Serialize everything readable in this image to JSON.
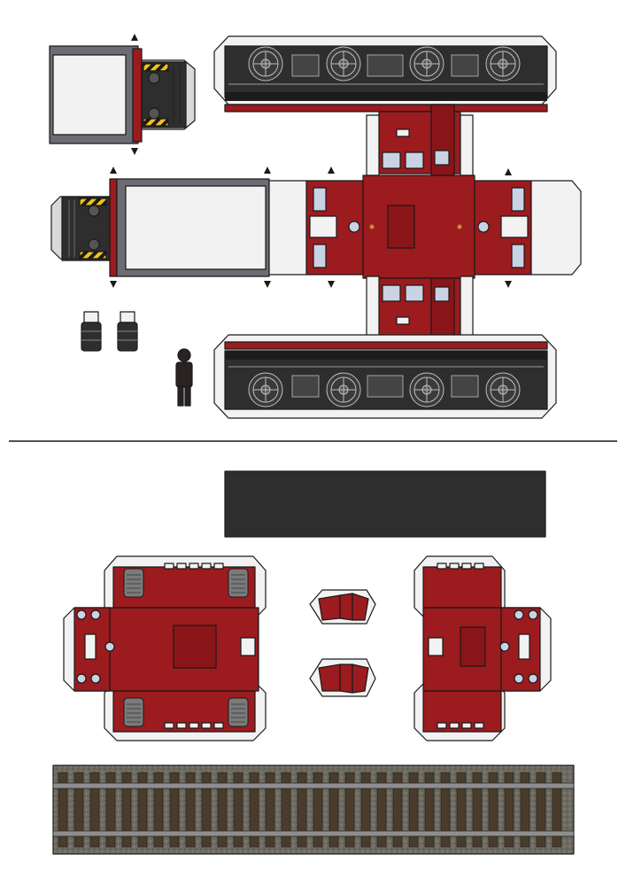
{
  "sheet": {
    "title": "",
    "text": []
  },
  "palette": {
    "body_red": "#9b1b1e",
    "dark_red": "#6e0f12",
    "cab_white": "#f2f2f2",
    "window_blue": "#c9d3e4",
    "chassis_dark": "#2e2e2e",
    "frame_grey": "#6c6c74",
    "hazard_yellow": "#f2c21b",
    "ballast": "#6d6a62",
    "sleeper": "#4a3c2c",
    "rail": "#8e8e8e",
    "paper": "#ffffff",
    "outline": "#1a1a1a"
  },
  "parts": [
    {
      "id": "front-end-top",
      "icon": "locomotive-end-panel"
    },
    {
      "id": "cab-body-net",
      "icon": "cab-net"
    },
    {
      "id": "upper-side-frame",
      "icon": "bogie-side"
    },
    {
      "id": "lower-side-frame",
      "icon": "bogie-side"
    },
    {
      "id": "long-hood",
      "icon": "hood-strip"
    },
    {
      "id": "buffer-pair",
      "icon": "buffer"
    },
    {
      "id": "scale-figure",
      "icon": "person-silhouette"
    },
    {
      "id": "roof-strip",
      "icon": "black-strip"
    },
    {
      "id": "left-cab-net",
      "icon": "cab-net"
    },
    {
      "id": "right-cab-net",
      "icon": "cab-net"
    },
    {
      "id": "small-hoods",
      "icon": "small-hood"
    },
    {
      "id": "track-base",
      "icon": "railway-track"
    }
  ]
}
